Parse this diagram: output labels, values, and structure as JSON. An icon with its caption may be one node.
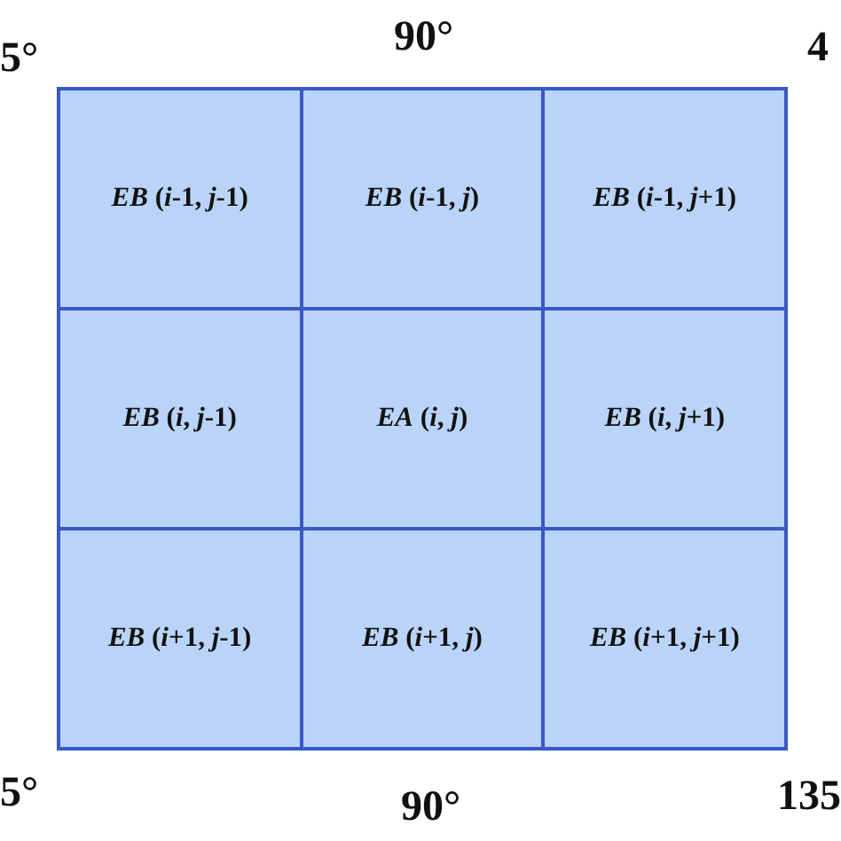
{
  "diagram": {
    "labels": [
      "5°",
      "90°",
      "4",
      "*EB* (*i*-1, *j*-1)",
      "*EB* (*i*-1, *j*)",
      "*EB* (*i*-1, *j*+1)",
      "*EB* (*i*, *j*-1)",
      "*EA* (*i*, *j*)",
      "*EB* (*i*, *j*+1)",
      "*EB* (*i*+1, *j*-1)",
      "*EB* (*i*+1, *j*)",
      "*EB* (*i*+1, *j*+1)",
      "5°",
      "90°",
      "135"
    ]
  }
}
